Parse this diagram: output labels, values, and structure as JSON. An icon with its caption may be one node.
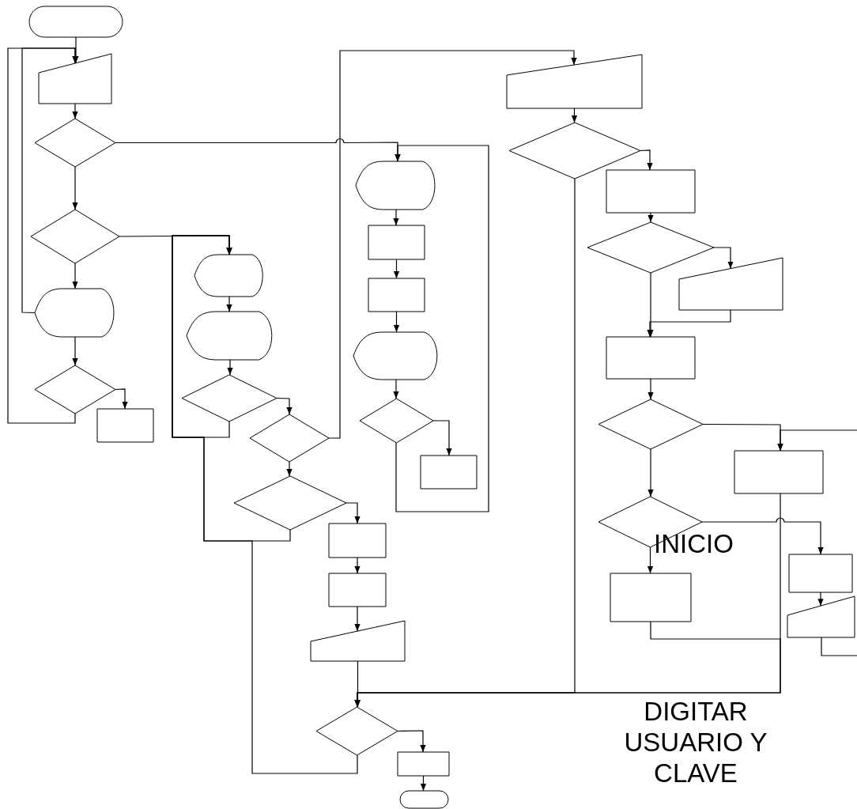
{
  "diagram": {
    "nodes": [
      {
        "text": [],
        "shape": "oval"
      },
      {
        "text": [],
        "shape": "trapezoid"
      },
      {
        "text": [],
        "shape": "diamond"
      },
      {
        "text": [],
        "shape": "diamond"
      },
      {
        "text": [],
        "shape": "display"
      },
      {
        "text": [],
        "shape": "diamond"
      },
      {
        "text": [],
        "shape": "box"
      },
      {
        "text": [],
        "shape": "display"
      },
      {
        "text": [],
        "shape": "display"
      },
      {
        "text": [],
        "shape": "diamond"
      },
      {
        "text": [],
        "shape": "diamond"
      },
      {
        "text": [],
        "shape": "diamond"
      },
      {
        "text": [],
        "shape": "box"
      },
      {
        "text": [],
        "shape": "box"
      },
      {
        "text": [],
        "shape": "trapezoid"
      },
      {
        "text": [],
        "shape": "diamond"
      },
      {
        "text": [],
        "shape": "box"
      },
      {
        "text": [],
        "shape": "oval"
      },
      {
        "text": [],
        "shape": "display"
      },
      {
        "text": [],
        "shape": "box"
      },
      {
        "text": [],
        "shape": "box"
      },
      {
        "text": [],
        "shape": "display"
      },
      {
        "text": [],
        "shape": "diamond"
      },
      {
        "text": [],
        "shape": "box"
      },
      {
        "text": [],
        "shape": "trapezoid"
      },
      {
        "text": [],
        "shape": "diamond"
      },
      {
        "text": [],
        "shape": "box"
      },
      {
        "text": [],
        "shape": "diamond"
      },
      {
        "text": [],
        "shape": "trapezoid"
      },
      {
        "text": [],
        "shape": "box"
      },
      {
        "text": [],
        "shape": "diamond"
      },
      {
        "text": [],
        "shape": "box"
      },
      {
        "text": [],
        "shape": "diamond"
      },
      {
        "text": [],
        "shape": "box"
      },
      {
        "text": [],
        "shape": "box"
      },
      {
        "text": [],
        "shape": "trapezoid"
      }
    ],
    "edges": [
      {
        "from": 0,
        "to": 1,
        "arrow": "to"
      },
      {
        "from": 1,
        "to": 2,
        "arrow": "to"
      },
      {
        "from": 2,
        "to": 3,
        "arrow": "to"
      },
      {
        "from": 3,
        "to": 4,
        "arrow": "to"
      },
      {
        "from": 4,
        "to": 5,
        "arrow": "to"
      },
      {
        "from": 5,
        "to": 6,
        "arrow": "to"
      },
      {
        "from": 5,
        "to": 1,
        "arrow": "to"
      },
      {
        "from": 4,
        "to": 1,
        "arrow": "to"
      },
      {
        "from": 2,
        "to": 18,
        "arrow": "to"
      },
      {
        "from": 3,
        "to": 7,
        "arrow": "to"
      },
      {
        "from": 9,
        "to": 7,
        "arrow": "to"
      },
      {
        "from": 7,
        "to": 8,
        "arrow": "to"
      },
      {
        "from": 8,
        "to": 9,
        "arrow": "to"
      },
      {
        "from": 9,
        "to": 10,
        "arrow": "to"
      },
      {
        "from": 10,
        "to": 24,
        "arrow": "to"
      },
      {
        "from": 10,
        "to": 11,
        "arrow": "to"
      },
      {
        "from": 11,
        "to": 12,
        "arrow": "to"
      },
      {
        "from": 11,
        "to": 7,
        "arrow": "to"
      },
      {
        "from": 15,
        "to": 7,
        "arrow": "to"
      },
      {
        "from": 12,
        "to": 13,
        "arrow": "to"
      },
      {
        "from": 13,
        "to": 14,
        "arrow": "to"
      },
      {
        "from": 14,
        "to": 15,
        "arrow": "to"
      },
      {
        "from": 25,
        "to": 15,
        "arrow": "to"
      },
      {
        "from": 31,
        "to": 15,
        "arrow": "to"
      },
      {
        "from": 33,
        "to": 15,
        "arrow": "to"
      },
      {
        "from": 15,
        "to": 16,
        "arrow": "to"
      },
      {
        "from": 16,
        "to": 17,
        "arrow": "to"
      },
      {
        "from": 18,
        "to": 19,
        "arrow": "to"
      },
      {
        "from": 19,
        "to": 20,
        "arrow": "to"
      },
      {
        "from": 20,
        "to": 21,
        "arrow": "to"
      },
      {
        "from": 21,
        "to": 22,
        "arrow": "to"
      },
      {
        "from": 22,
        "to": 23,
        "arrow": "to"
      },
      {
        "from": 22,
        "to": 18,
        "arrow": "to"
      },
      {
        "from": 24,
        "to": 25,
        "arrow": "to"
      },
      {
        "from": 25,
        "to": 26,
        "arrow": "to"
      },
      {
        "from": 26,
        "to": 27,
        "arrow": "to"
      },
      {
        "from": 27,
        "to": 28,
        "arrow": "to"
      },
      {
        "from": 27,
        "to": 29,
        "arrow": "to"
      },
      {
        "from": 28,
        "to": 29,
        "arrow": "to"
      },
      {
        "from": 29,
        "to": 30,
        "arrow": "to"
      },
      {
        "from": 30,
        "to": 31,
        "arrow": "to"
      },
      {
        "from": null,
        "to": 31,
        "arrow": "to"
      },
      {
        "from": 30,
        "to": 32,
        "arrow": "to"
      },
      {
        "from": 32,
        "to": 34,
        "arrow": "to"
      },
      {
        "from": 32,
        "to": 33,
        "arrow": "to"
      },
      {
        "from": 34,
        "to": 35,
        "arrow": "to"
      },
      {
        "from": 35,
        "to": null,
        "arrow": "none"
      }
    ],
    "labels": [
      "INICIO",
      "DIGITAR USUARIO Y CLAVE"
    ]
  }
}
